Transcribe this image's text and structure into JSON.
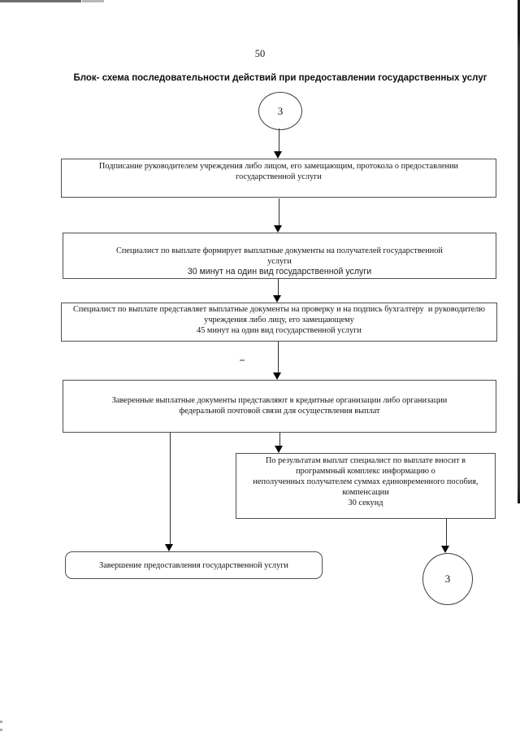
{
  "page": {
    "number": "50",
    "title": "Блок- схема последовательности действий при предоставлении государственных услуг"
  },
  "colors": {
    "ink": "#1a1a1a",
    "box_border": "#4f4f4f"
  },
  "flowchart": {
    "start_connector": {
      "label": "3"
    },
    "box1": {
      "lines": [
        "Подписание руководителем учреждения либо лицом, его замещающим, протокола о предоставлении",
        "государственной услуги"
      ]
    },
    "box2": {
      "lines": [
        "Специалист по выплате формирует выплатные документы на получателей государственной",
        "услуги"
      ],
      "duration": "30 минут на один вид государственной услуги"
    },
    "box3": {
      "lines": [
        "Специалист по выплате представляет выплатные документы на проверку и на подпись бухгалтеру  и руководителю",
        "учреждения либо лицу, его замещающему"
      ],
      "duration": "45 минут на один вид государственной услуги"
    },
    "box4": {
      "lines": [
        "Заверенные выплатные документы представляют в кредитные организации либо организации",
        "федеральной почтовой связи для осуществления выплат"
      ]
    },
    "box5": {
      "lines": [
        "По результатам выплат специалист по выплате вносит в",
        "программный комплекс информацию о",
        "неполученных получателем суммах единовременного пособия,",
        "компенсации"
      ],
      "duration": "30 секунд"
    },
    "end_box": {
      "label": "Завершение предоставления государственной услуги"
    },
    "end_connector": {
      "label": "3"
    }
  }
}
